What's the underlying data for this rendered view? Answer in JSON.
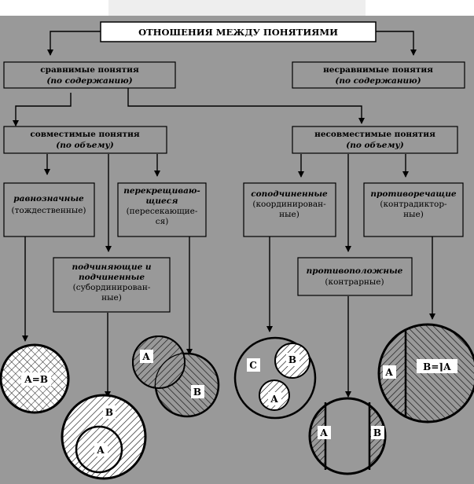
{
  "colors": {
    "background": "#999999",
    "box_fill": "#999999",
    "title_fill": "#ffffff",
    "stroke": "#000000",
    "label_fill": "#ffffff"
  },
  "title": "ОТНОШЕНИЯ МЕЖДУ ПОНЯТИЯМИ",
  "comparable": {
    "line1": "сравнимые понятия",
    "line2": "(по содержанию)"
  },
  "incomparable": {
    "line1": "несравнимые понятия",
    "line2": "(по содержанию)"
  },
  "compatible": {
    "line1": "совместимые понятия",
    "line2": "(по объему)"
  },
  "incompatible": {
    "line1": "несовместимые понятия",
    "line2": "(по объему)"
  },
  "equivalent": {
    "line1": "равнозначные",
    "line2": "(тождественные)"
  },
  "crossing": {
    "line1": "перекрещиваю-",
    "line2": "щиеся",
    "line3": "(пересекающие-",
    "line4": "ся)"
  },
  "subordinating": {
    "line1": "подчиняющие и",
    "line2": "подчиненные",
    "line3": "(субординирован-",
    "line4": "ные)"
  },
  "coordinate": {
    "line1": "соподчиненные",
    "line2": "(координирован-",
    "line3": "ные)"
  },
  "contradictory": {
    "line1": "противоречащие",
    "line2": "(контрадиктор-",
    "line3": "ные)"
  },
  "contrary": {
    "line1": "противоположные",
    "line2": "(контрарные)"
  },
  "circle_labels": {
    "equal": "А=В",
    "sub_outer": "В",
    "sub_inner": "А",
    "cross_a": "А",
    "cross_b": "В",
    "coord_c": "С",
    "coord_b": "В",
    "coord_a": "А",
    "contrary_a": "А",
    "contrary_b": "В",
    "contradict_a": "А",
    "contradict_b": "В=⌉А"
  }
}
